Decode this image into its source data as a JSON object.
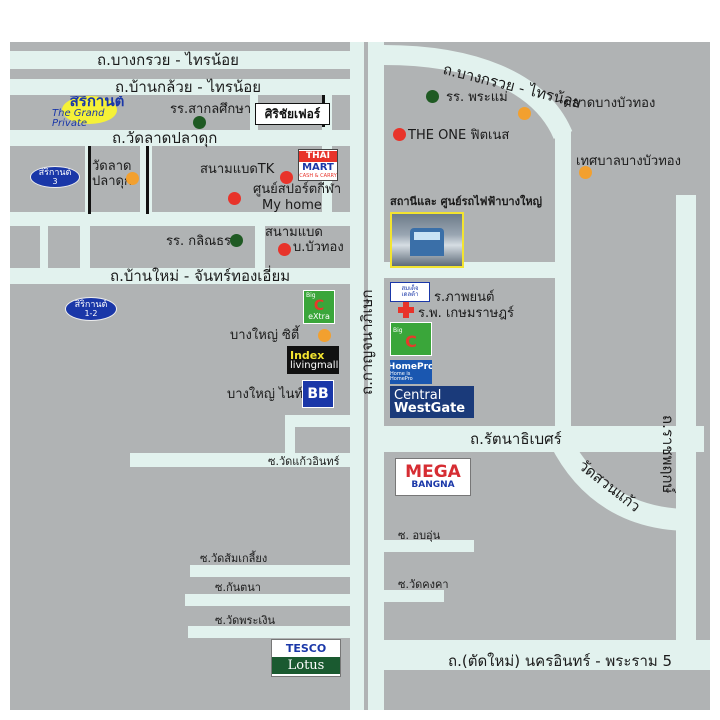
{
  "colors": {
    "block": "#b0b3b4",
    "road": "#e2f2ee",
    "white": "#ffffff",
    "green_dot": "#1f5a23",
    "red_dot": "#e8332a",
    "orange_dot": "#f2a02f",
    "siri_blue": "#1a37a8",
    "bigc_green": "#3aa63a",
    "bigc_red": "#e63a2a",
    "central_blue": "#1a3a7a",
    "mega_red": "#d62d33",
    "tesco_green": "#1a5a30"
  },
  "roads": {
    "bangkruai_sainoi_top": "ถ.บางกรวย - ไทรน้อย",
    "bankluai_sainoi": "ถ.บ้านกล้วย - ไทรน้อย",
    "wat_lat_pladuk": "ถ.วัดลาดปลาดุก",
    "ban_mai_chan_thong_iam": "ถ.บ้านใหม่ - จันทร์ทองเอี่ยม",
    "kanchanaphisek": "ถ.กาญจนาภิเษก",
    "bangkruai_sainoi_curve": "ถ.บางกรวย - ไทรน้อย",
    "rattanathibet": "ถ.รัตนาธิเบศร์",
    "ratchaphruek": "ถ.ราชพฤกษ์",
    "nakhon_in": "ถ.(ตัดใหม่) นครอินทร์ - พระราม 5"
  },
  "sois": {
    "wat_kaeo_in": "ซ.วัดแก้วอินทร์",
    "wat_som_kliang": "ซ.วัดส้มเกลี้ยง",
    "kanthana": "ซ.กันตนา",
    "wat_phra_ngoen": "ซ.วัดพระเงิน",
    "op_un": "ซ. อบอุ่น",
    "wat_khong_kha": "ซ.วัดคงคา"
  },
  "places": {
    "sakon_suksa": "รร.สากลศึกษา",
    "wat_lat_pladuk": "วัดลาด\nปลาดุก",
    "badminton_tk": "สนามแบดTK",
    "sport_center": "ศูนย์สปอร์ตกีฬา",
    "my_home": "My home",
    "klinthon_school": "รร. กลิณธร",
    "badminton_b": "สนามแบด",
    "bua_thong": "บ.บัวทอง",
    "phra_mae_school": "รร. พระแม่",
    "bang_bua_thong_market": "ตลาดบางบัวทอง",
    "the_one_fitness": "THE ONE ฟิตเนส",
    "bang_bua_thong_municipality": "เทศบาลบางบัวทอง",
    "station_label": "สถานีและ ศูนย์รถไฟฟ้าบางใหญ่",
    "phayon_school": "ร.ภาพยนต์",
    "kasemrad_hospital": "ร.พ. เกษมราษฎร์",
    "bangyai_city": "บางใหญ่ ซิตี้",
    "bangyai_night": "บางใหญ่ ไนท์",
    "wat_suan_kaeo": "วัดสวนแก้ว"
  },
  "brands": {
    "sirichai_fair": "ศิริชัยเฟอร์",
    "sirikarn_grand_th": "สิริกานต์",
    "sirikarn_grand_en": "The Grand Private",
    "sirikarn_3": "สิริกานต์",
    "sirikarn_3_num": "3",
    "sirikarn_12": "สิริกานต์",
    "sirikarn_12_num": "1-2",
    "thai_mart_1": "THAI",
    "thai_mart_2": "MART",
    "thai_mart_3": "CASH & CARRY",
    "bigc_extra_1": "Big",
    "bigc_extra_2": "C",
    "bigc_extra_3": "eXtra",
    "index_1": "Index",
    "index_2": "livingmall",
    "bb": "BB",
    "express_1": "สมเด็จ",
    "express_2": "เดลต้า",
    "bigc_2_1": "Big",
    "bigc_2_2": "C",
    "homepro_1": "HomePro",
    "homepro_2": "Home is HomePro",
    "central_1": "Central",
    "central_2": "WestGate",
    "mega_1": "MEGA",
    "mega_2": "BANGNA",
    "tesco_1": "TESCO",
    "tesco_2": "Lotus"
  }
}
